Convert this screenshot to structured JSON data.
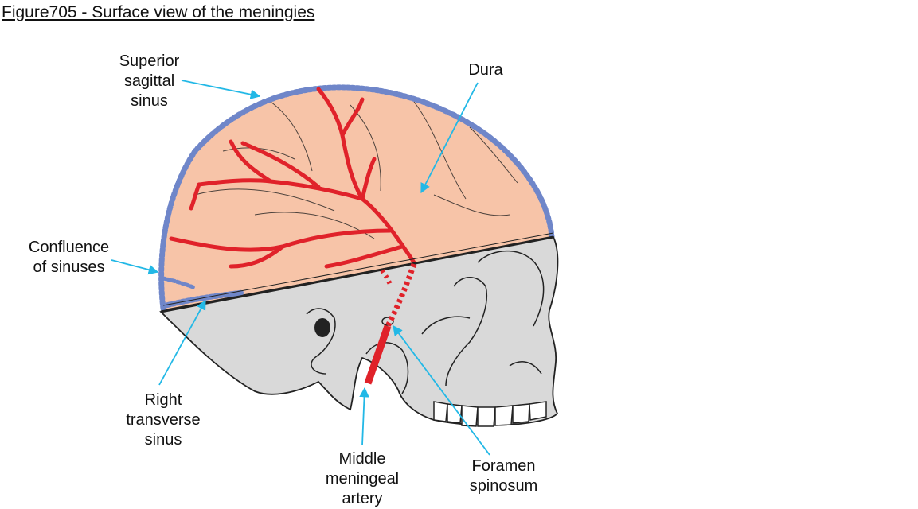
{
  "figure": {
    "title": "Figure705 - Surface view of the meningies"
  },
  "labels": {
    "superior_sagittal_sinus": [
      "Superior",
      "sagittal",
      "sinus"
    ],
    "dura": [
      "Dura"
    ],
    "confluence_of_sinuses": [
      "Confluence",
      "of sinuses"
    ],
    "right_transverse_sinus": [
      "Right",
      "transverse",
      "sinus"
    ],
    "middle_meningeal_artery": [
      "Middle",
      "meningeal",
      "artery"
    ],
    "foramen_spinosum": [
      "Foramen",
      "spinosum"
    ]
  },
  "colors": {
    "dura_fill": "#f7c4a8",
    "skull_fill": "#d9d9d9",
    "sinus": "#6f86c9",
    "artery": "#e0222a",
    "pointer": "#22b8e6",
    "outline": "#222222"
  }
}
